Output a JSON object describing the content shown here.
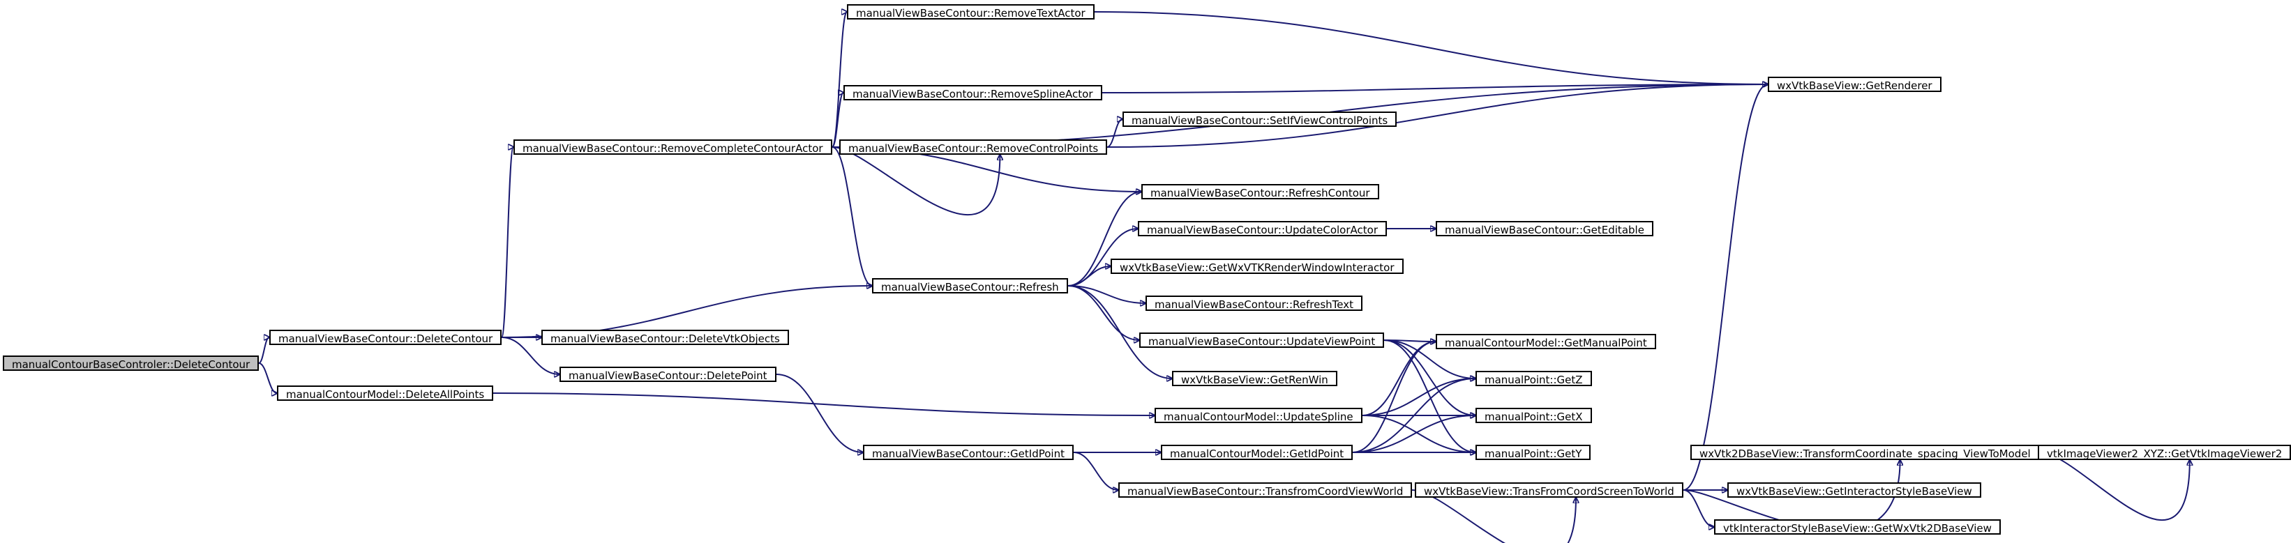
{
  "colors": {
    "edge": "#191970",
    "node_border": "#000000",
    "node_fill": "#ffffff",
    "root_fill": "#bfbfbf"
  },
  "nodes": {
    "root": "manualContourBaseControler::DeleteContour",
    "deleteContour": "manualViewBaseContour::DeleteContour",
    "deleteAllPoints": "manualContourModel::DeleteAllPoints",
    "removeCompleteContourActor": "manualViewBaseContour::RemoveCompleteContourActor",
    "removeTextActor": "manualViewBaseContour::RemoveTextActor",
    "removeSplineActor": "manualViewBaseContour::RemoveSplineActor",
    "removeControlPoints": "manualViewBaseContour::RemoveControlPoints",
    "setIfViewControlPoints": "manualViewBaseContour::SetIfViewControlPoints",
    "getRenderer": "wxVtkBaseView::GetRenderer",
    "refreshContour": "manualViewBaseContour::RefreshContour",
    "updateColorActor": "manualViewBaseContour::UpdateColorActor",
    "getEditable": "manualViewBaseContour::GetEditable",
    "refresh": "manualViewBaseContour::Refresh",
    "getWxVTKRenderWindowInteractor": "wxVtkBaseView::GetWxVTKRenderWindowInteractor",
    "refreshText": "manualViewBaseContour::RefreshText",
    "deleteVtkObjects": "manualViewBaseContour::DeleteVtkObjects",
    "updateViewPoint": "manualViewBaseContour::UpdateViewPoint",
    "getManualPoint": "manualContourModel::GetManualPoint",
    "deletePoint": "manualViewBaseContour::DeletePoint",
    "getRenWin": "wxVtkBaseView::GetRenWin",
    "getZ": "manualPoint::GetZ",
    "updateSpline": "manualContourModel::UpdateSpline",
    "getX": "manualPoint::GetX",
    "getIdPointView": "manualViewBaseContour::GetIdPoint",
    "getIdPointModel": "manualContourModel::GetIdPoint",
    "getY": "manualPoint::GetY",
    "transformCoordinateSpacing": "wxVtk2DBaseView::TransformCoordinate_spacing_ViewToModel",
    "getVtkImageViewer2": "vtkImageViewer2_XYZ::GetVtkImageViewer2",
    "transfromCoordViewWorld": "manualViewBaseContour::TransfromCoordViewWorld",
    "transFromCoordScreenToWorld": "wxVtkBaseView::TransFromCoordScreenToWorld",
    "getInteractorStyleBaseView": "wxVtkBaseView::GetInteractorStyleBaseView",
    "getWxVtk2DBaseView": "vtkInteractorStyleBaseView::GetWxVtk2DBaseView"
  },
  "edges": [
    [
      "root",
      "deleteContour"
    ],
    [
      "root",
      "deleteAllPoints"
    ],
    [
      "deleteContour",
      "removeCompleteContourActor"
    ],
    [
      "deleteContour",
      "refresh"
    ],
    [
      "deleteContour",
      "deleteVtkObjects"
    ],
    [
      "deleteContour",
      "deletePoint"
    ],
    [
      "deleteAllPoints",
      "updateSpline"
    ],
    [
      "removeCompleteContourActor",
      "removeTextActor"
    ],
    [
      "removeCompleteContourActor",
      "getRenderer"
    ],
    [
      "removeCompleteContourActor",
      "removeSplineActor"
    ],
    [
      "removeCompleteContourActor",
      "removeControlPoints"
    ],
    [
      "removeCompleteContourActor",
      "refreshContour"
    ],
    [
      "removeCompleteContourActor",
      "refresh"
    ],
    [
      "removeTextActor",
      "getRenderer"
    ],
    [
      "removeSplineActor",
      "getRenderer"
    ],
    [
      "removeControlPoints",
      "setIfViewControlPoints"
    ],
    [
      "removeControlPoints",
      "getRenderer"
    ],
    [
      "refresh",
      "refreshContour"
    ],
    [
      "refresh",
      "updateColorActor"
    ],
    [
      "refresh",
      "getWxVTKRenderWindowInteractor"
    ],
    [
      "refresh",
      "refreshText"
    ],
    [
      "refresh",
      "updateViewPoint"
    ],
    [
      "refresh",
      "getRenWin"
    ],
    [
      "updateColorActor",
      "getEditable"
    ],
    [
      "updateViewPoint",
      "getManualPoint"
    ],
    [
      "updateViewPoint",
      "getZ"
    ],
    [
      "updateViewPoint",
      "getX"
    ],
    [
      "updateViewPoint",
      "getY"
    ],
    [
      "deletePoint",
      "getIdPointView"
    ],
    [
      "updateSpline",
      "getManualPoint"
    ],
    [
      "updateSpline",
      "getZ"
    ],
    [
      "updateSpline",
      "getX"
    ],
    [
      "updateSpline",
      "getY"
    ],
    [
      "getIdPointView",
      "getIdPointModel"
    ],
    [
      "getIdPointView",
      "transfromCoordViewWorld"
    ],
    [
      "getIdPointModel",
      "getManualPoint"
    ],
    [
      "getIdPointModel",
      "getZ"
    ],
    [
      "getIdPointModel",
      "getX"
    ],
    [
      "getIdPointModel",
      "getY"
    ],
    [
      "transfromCoordViewWorld",
      "transFromCoordScreenToWorld"
    ],
    [
      "transFromCoordScreenToWorld",
      "getRenderer"
    ],
    [
      "transFromCoordScreenToWorld",
      "transformCoordinateSpacing"
    ],
    [
      "transFromCoordScreenToWorld",
      "getInteractorStyleBaseView"
    ],
    [
      "transFromCoordScreenToWorld",
      "getWxVtk2DBaseView"
    ],
    [
      "transformCoordinateSpacing",
      "getVtkImageViewer2"
    ]
  ]
}
